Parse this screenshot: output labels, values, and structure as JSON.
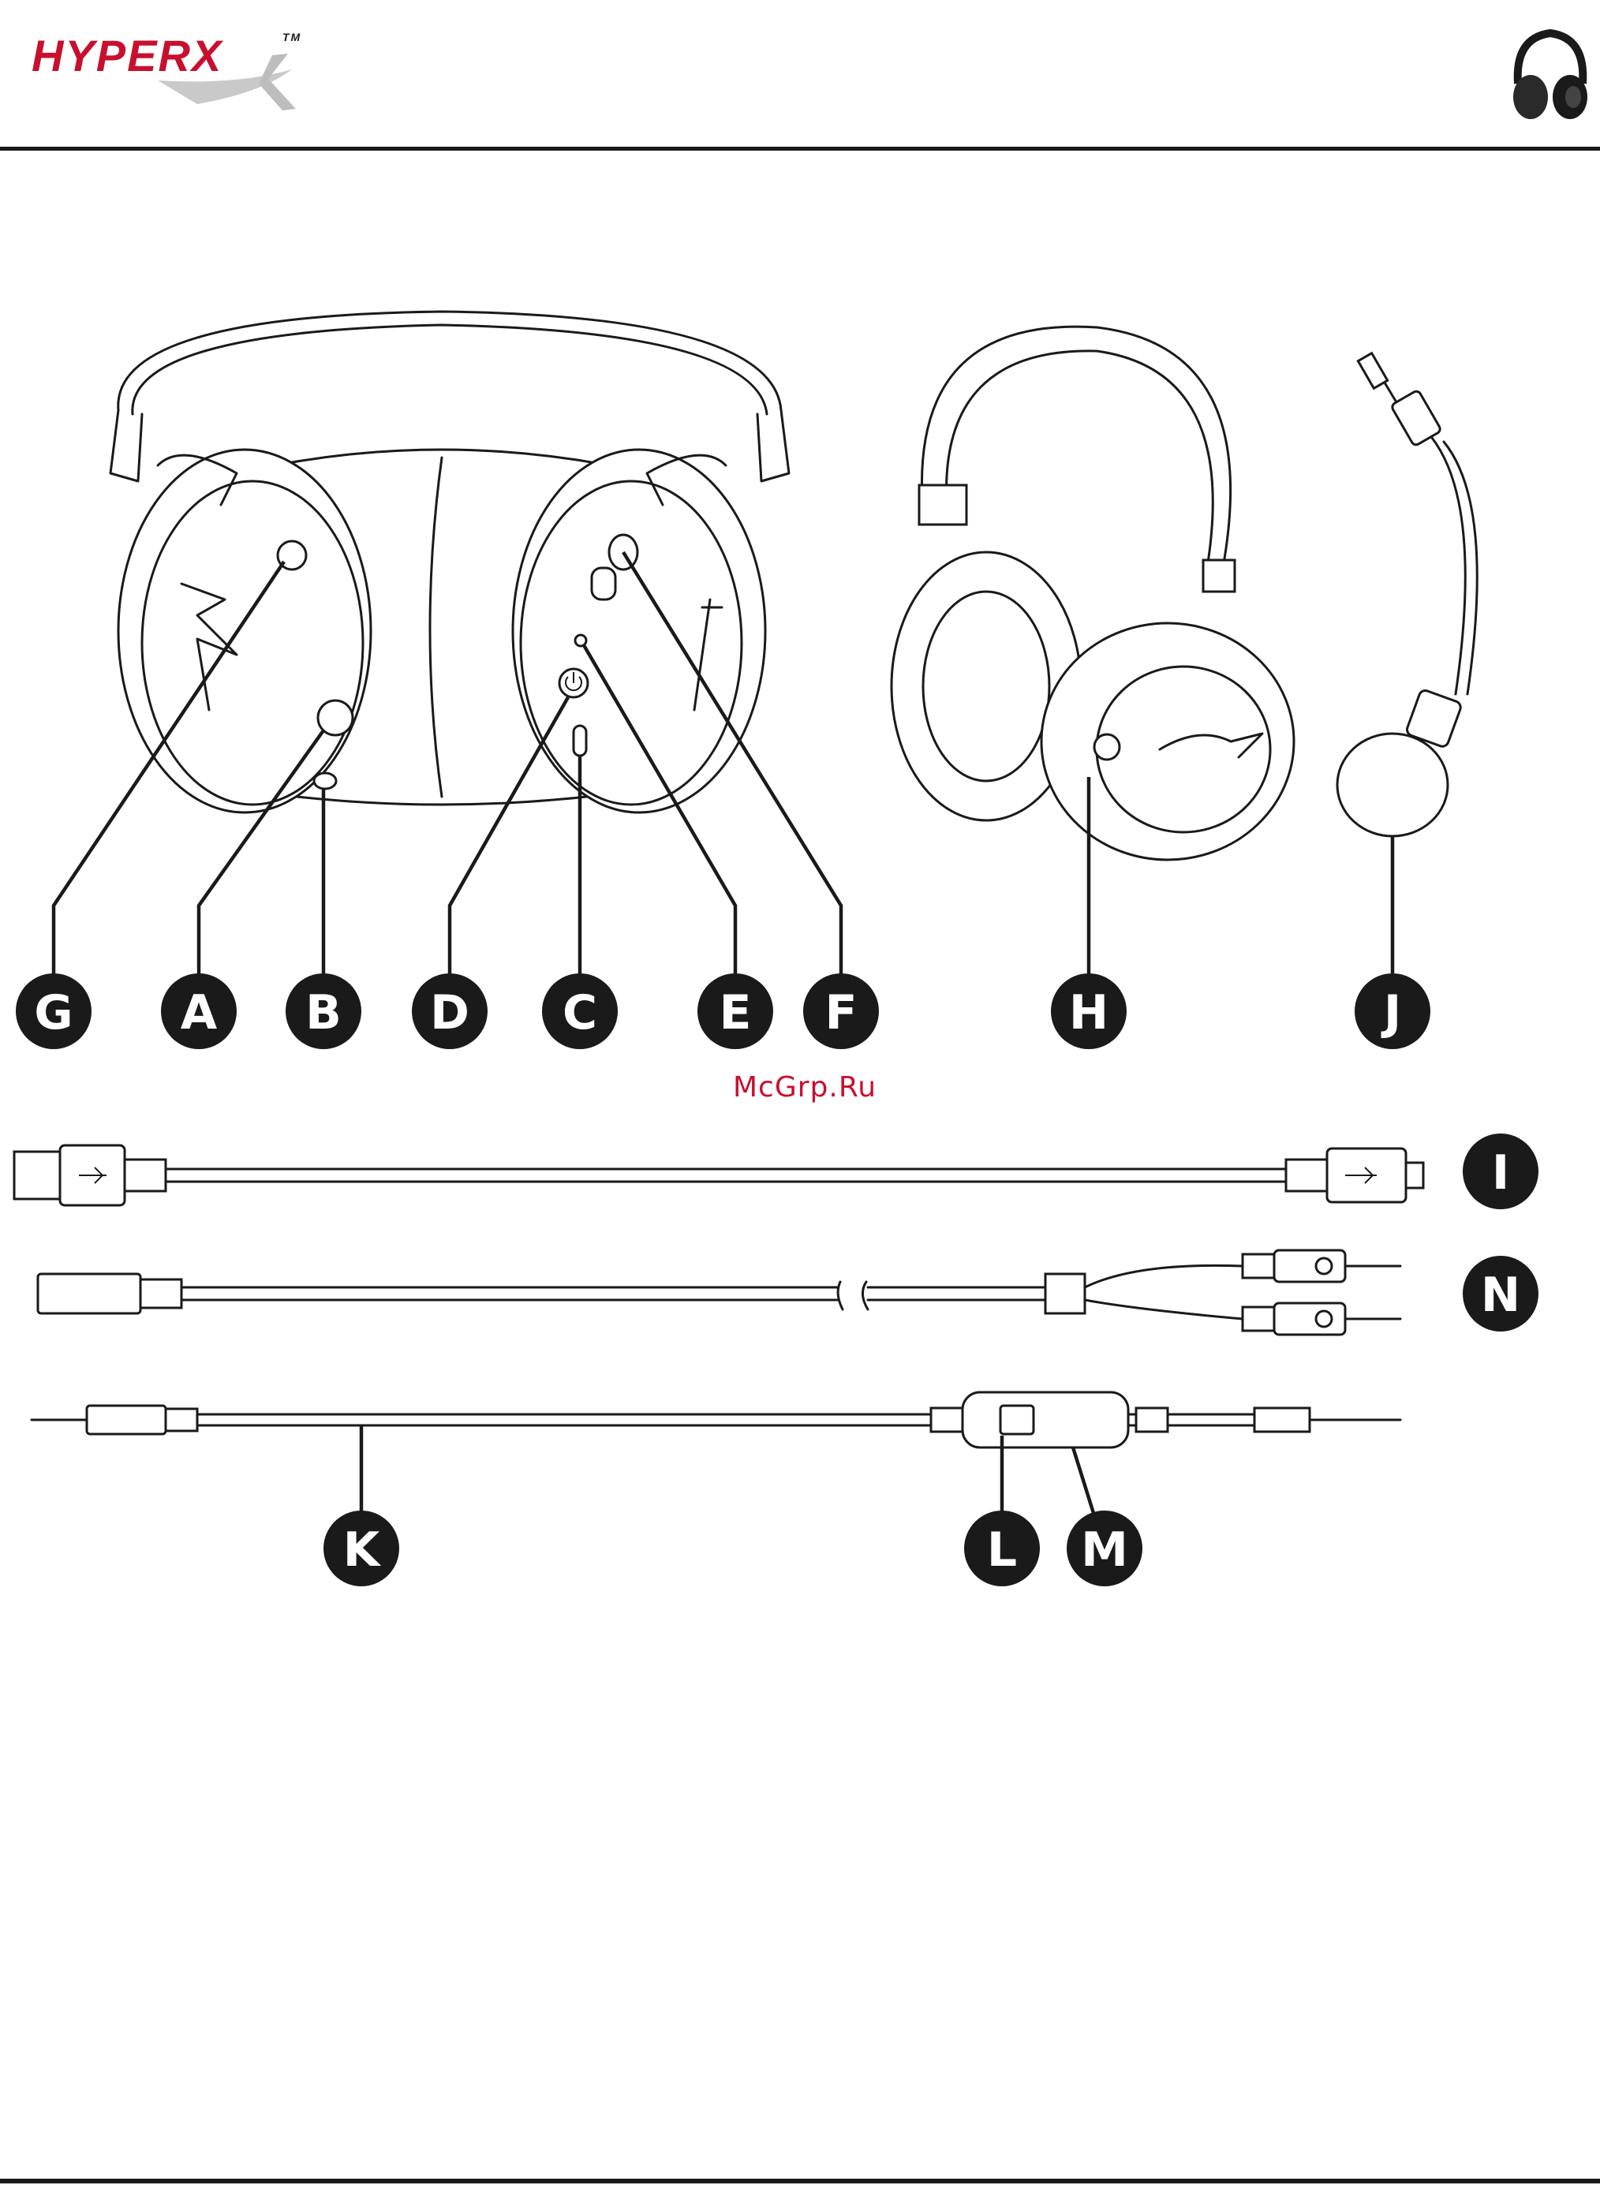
{
  "header": {
    "brand": "HYPERX",
    "trademark": "TM"
  },
  "watermark": "McGrp.Ru",
  "callouts": [
    "G",
    "A",
    "B",
    "D",
    "C",
    "E",
    "F",
    "H",
    "J",
    "I",
    "N",
    "K",
    "L",
    "M"
  ],
  "colors": {
    "brand_red": "#c8102e",
    "ink": "#1a1a1a",
    "paper": "#ffffff"
  },
  "icons": [
    "hyperx-logo",
    "headset-thumbnail-icon",
    "usb-icon",
    "microphone-icon",
    "headphone-icon",
    "power-icon"
  ]
}
